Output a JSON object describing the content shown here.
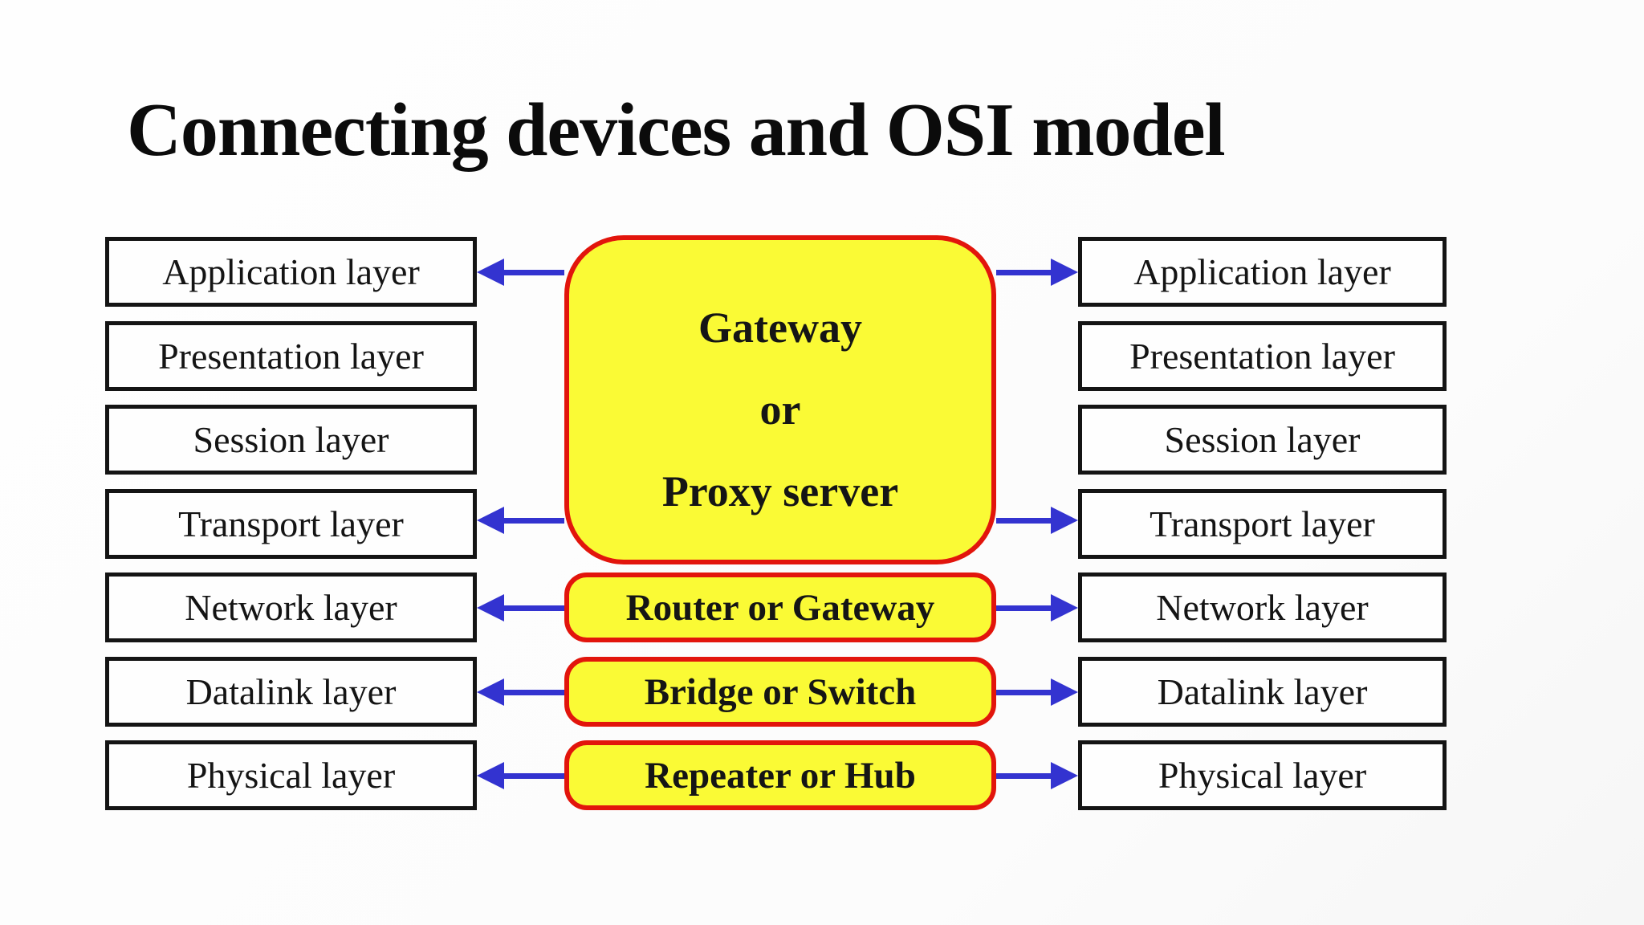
{
  "title": "Connecting devices and OSI model",
  "layers": [
    "Application layer",
    "Presentation layer",
    "Session layer",
    "Transport layer",
    "Network layer",
    "Datalink layer",
    "Physical layer"
  ],
  "devices": {
    "gateway_lines": [
      "Gateway",
      "or",
      "Proxy server"
    ],
    "router": "Router or Gateway",
    "bridge": "Bridge or Switch",
    "repeater": "Repeater or Hub"
  },
  "colors": {
    "device_fill": "#fafa35",
    "device_border": "#e2150c",
    "arrow_blue": "#3333d0",
    "box_border": "#141414",
    "background": "#fcfcfc"
  }
}
